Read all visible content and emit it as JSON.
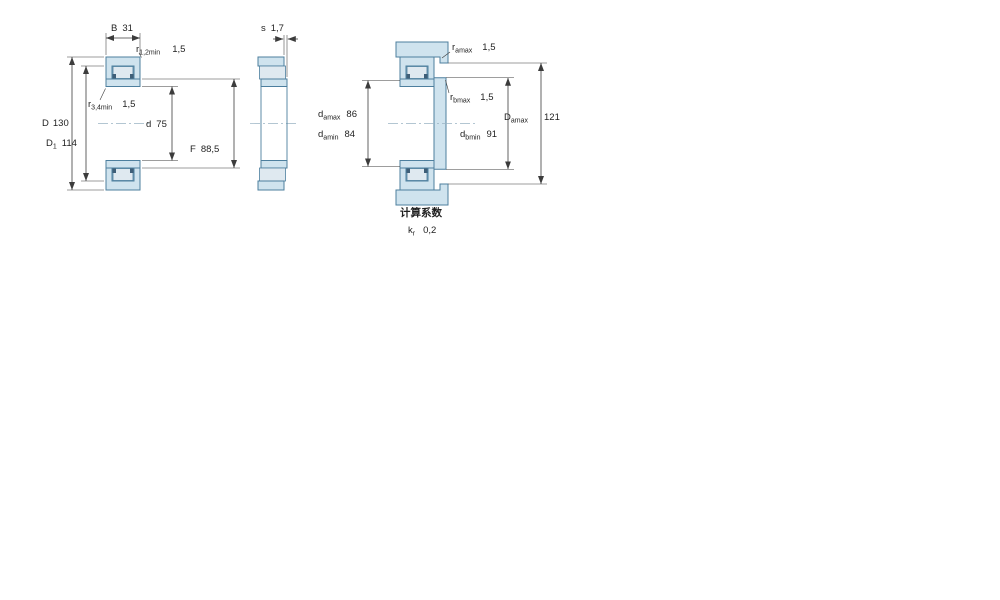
{
  "page": {
    "background": "#ffffff"
  },
  "drawing": {
    "type": "bearing-dimension-diagram",
    "colors": {
      "ring_fill": "#cfe3ee",
      "ring_stroke": "#4d7f9e",
      "cage_fill": "#3f5f78",
      "roller_fill": "#dfe9f0",
      "dim_color": "#3c3c3c",
      "centerline_color": "#9ab4c4"
    },
    "views": {
      "cross_section": {
        "dims": {
          "B": {
            "symbol": "B",
            "sub": "",
            "value": "31"
          },
          "r12": {
            "symbol": "r",
            "sub": "1,2min",
            "value": "1,5"
          },
          "D": {
            "symbol": "D",
            "sub": "",
            "value": "130"
          },
          "D1": {
            "symbol": "D",
            "sub": "1",
            "value": "114"
          },
          "r34": {
            "symbol": "r",
            "sub": "3,4min",
            "value": "1,5"
          },
          "d": {
            "symbol": "d",
            "sub": "",
            "value": "75"
          },
          "F": {
            "symbol": "F",
            "sub": "",
            "value": "88,5"
          }
        }
      },
      "side": {
        "dims": {
          "s": {
            "symbol": "s",
            "sub": "",
            "value": "1,7"
          }
        }
      },
      "mounting": {
        "dims": {
          "ramax": {
            "symbol": "r",
            "sub": "amax",
            "value": "1,5"
          },
          "rbmax": {
            "symbol": "r",
            "sub": "bmax",
            "value": "1,5"
          },
          "damax": {
            "symbol": "d",
            "sub": "amax",
            "value": "86"
          },
          "damin": {
            "symbol": "d",
            "sub": "amin",
            "value": "84"
          },
          "Damax": {
            "symbol": "D",
            "sub": "amax",
            "value": "121"
          },
          "dbmin": {
            "symbol": "d",
            "sub": "bmin",
            "value": "91"
          }
        }
      }
    },
    "calculation_factors": {
      "heading": "计算系数",
      "kr": {
        "symbol": "k",
        "sub": "r",
        "value": "0,2"
      }
    }
  }
}
